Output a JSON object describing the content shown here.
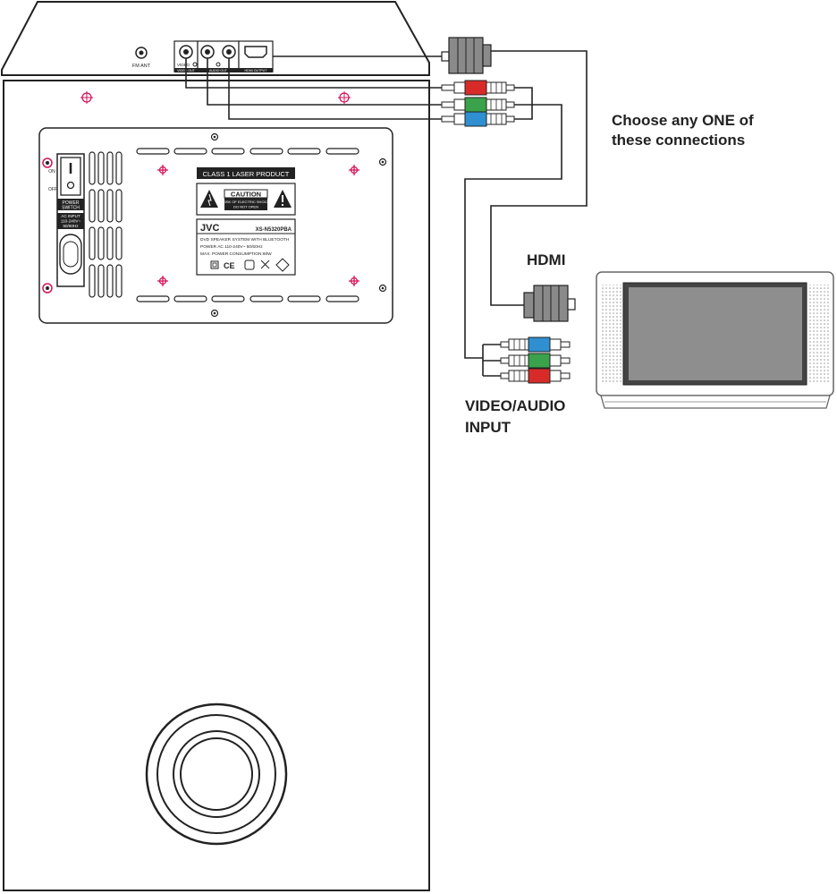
{
  "annotations": {
    "choose_line1": "Choose any ONE of",
    "choose_line2": "these connections",
    "hdmi": "HDMI",
    "av_line1": "VIDEO/AUDIO",
    "av_line2": "INPUT"
  },
  "speaker_top": {
    "fm_ant": "FM ANT",
    "video": "VIDEO",
    "video_out": "VIDEO OUT",
    "audio_out": "AUDIO OUT",
    "hdmi_output": "HDMI OUTPUT"
  },
  "rear_panel": {
    "on": "ON",
    "off": "OFF",
    "power_switch_1": "POWER",
    "power_switch_2": "SWITCH",
    "ac_input_1": "AC INPUT",
    "ac_input_2": "110-240V~",
    "ac_input_3": "50/60Hz",
    "laser_label": "CLASS 1 LASER PRODUCT",
    "caution": "CAUTION",
    "caution_sub1": "RISK OF ELECTRIC SHOCK",
    "caution_sub2": "DO NOT OPEN",
    "brand": "JVC",
    "model": "XS-N5320PBA",
    "rating_1": "DVD SPEAKER SYSTEM WITH BLUETOOTH",
    "rating_2": "POWER AC 110-240V~ 50/60Hz",
    "rating_3": "MAX. POWER CONSUMPTION:60W",
    "ce_mark": "CE"
  },
  "colors": {
    "red_plug": "#d92a2a",
    "green_plug": "#3aa24a",
    "blue_plug": "#2f8fd0",
    "screw_marker": "#d4145a",
    "hdmi_plug": "#8a8a8a",
    "line": "#222222"
  }
}
